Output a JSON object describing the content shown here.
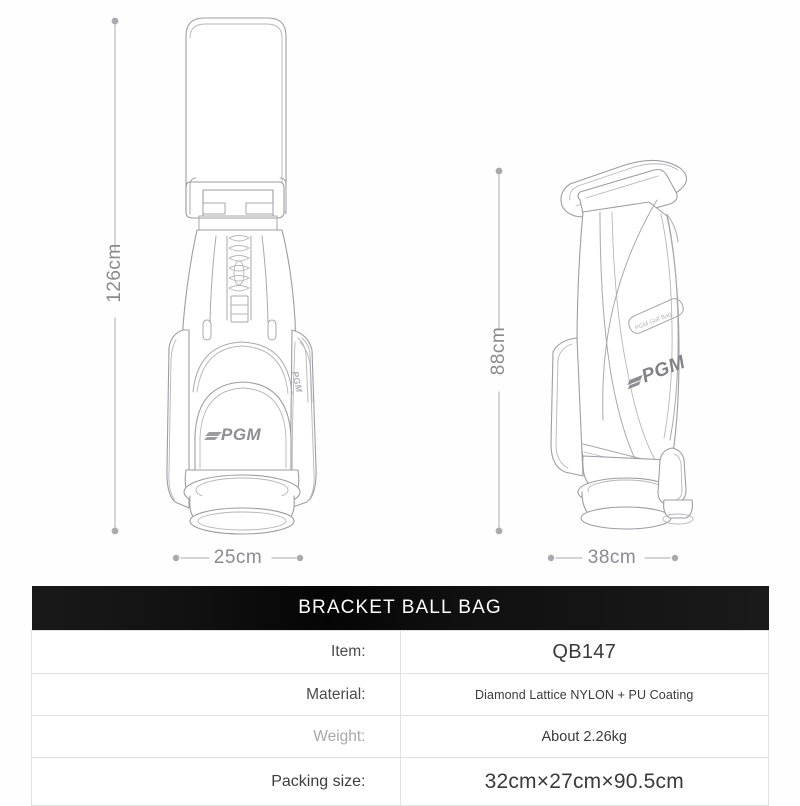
{
  "product_diagram": {
    "front_view": {
      "name": "golf stand bag front view",
      "height_label": "126cm",
      "width_label": "25cm",
      "brand_mark": "PGM"
    },
    "side_view": {
      "name": "golf stand bag angled view",
      "height_label": "88cm",
      "width_label": "38cm",
      "brand_mark": "PGM"
    },
    "line_color": "#b9b9be",
    "outline_color": "#9a9aa0",
    "logo_color": "#9b9ba1"
  },
  "spec_table": {
    "title": "BRACKET BALL BAG",
    "rows": [
      {
        "label": "Item:",
        "value": "QB147"
      },
      {
        "label": "Material:",
        "value": "Diamond Lattice NYLON + PU Coating"
      },
      {
        "label": "Weight:",
        "value": "About 2.26kg"
      },
      {
        "label": "Packing size:",
        "value": "32cm×27cm×90.5cm"
      }
    ],
    "header_bg": "#0d0d0d",
    "header_text_color": "#ffffff",
    "border_color": "#e2e2e2"
  }
}
